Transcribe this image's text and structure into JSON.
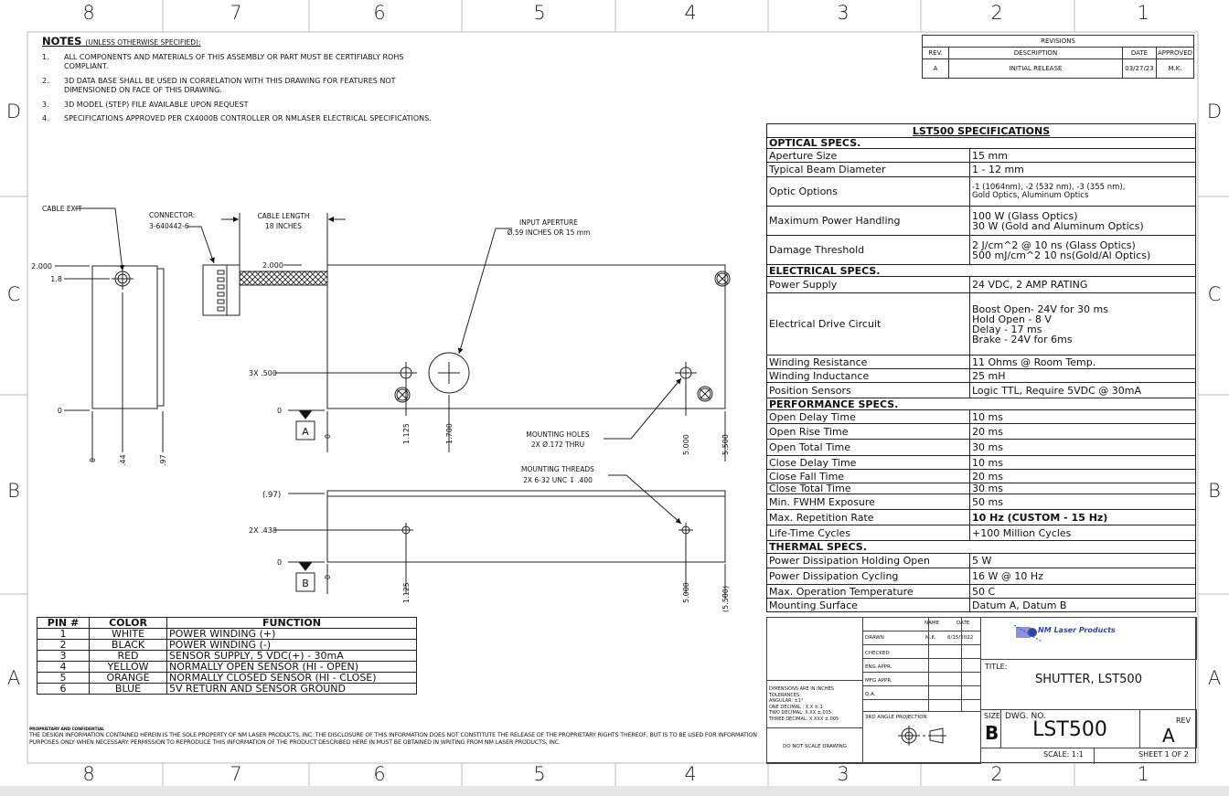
{
  "zones": {
    "columns": [
      "8",
      "7",
      "6",
      "5",
      "4",
      "3",
      "2",
      "1"
    ],
    "rows": [
      "D",
      "C",
      "B",
      "A"
    ]
  },
  "notes": {
    "heading": "NOTES",
    "heading_sub": "(UNLESS OTHERWISE SPECIFIED):",
    "items": [
      {
        "num": "1.",
        "text": "ALL COMPONENTS AND MATERIALS OF THIS ASSEMBLY OR PART MUST BE CERTIFIABLY ROHS COMPLIANT."
      },
      {
        "num": "2.",
        "text": "3D DATA BASE SHALL BE USED IN CORRELATION WITH THIS DRAWING FOR FEATURES NOT DIMENSIONED ON FACE OF THIS DRAWING."
      },
      {
        "num": "3.",
        "text": "3D MODEL (STEP) FILE AVAILABLE UPON REQUEST"
      },
      {
        "num": "4.",
        "text": "SPECIFICATIONS APPROVED PER CX4000B CONTROLLER OR NMLASER ELECTRICAL SPECIFICATIONS."
      }
    ]
  },
  "revisions": {
    "title": "REVISIONS",
    "headers": [
      "REV.",
      "DESCRIPTION",
      "DATE",
      "APPROVED"
    ],
    "rows": [
      [
        "A",
        "INITIAL RELEASE",
        "03/27/23",
        "M.K."
      ]
    ]
  },
  "specs": {
    "title": "LST500  SPECIFICATIONS",
    "rows": [
      {
        "section": "OPTICAL SPECS."
      },
      {
        "label": "Aperture Size",
        "value": "15 mm"
      },
      {
        "label": "Typical Beam Diameter",
        "value": "1 - 12 mm"
      },
      {
        "label": "Optic Options",
        "value": "-1 (1064nm), -2 (532 nm), -3 (355 nm),\nGold Optics, Aluminum Optics"
      },
      {
        "label": "Maximum Power Handling",
        "value": "100 W (Glass Optics)\n30 W (Gold and Aluminum Optics)"
      },
      {
        "label": "Damage Threshold",
        "value": "2 J/cm^2 @ 10 ns (Glass Optics)\n500 mJ/cm^2 10 ns(Gold/Al Optics)"
      },
      {
        "section": "ELECTRICAL SPECS."
      },
      {
        "label": "Power Supply",
        "value": "24 VDC, 2 AMP RATING"
      },
      {
        "label": "Electrical Drive Circuit",
        "value": "Boost Open- 24V for 30 ms\nHold Open - 8 V\nDelay - 17 ms\nBrake - 24V for 6ms"
      },
      {
        "label": "Winding Resistance",
        "value": "11 Ohms @ Room Temp."
      },
      {
        "label": "Winding Inductance",
        "value": "25 mH"
      },
      {
        "label": "Position Sensors",
        "value": "Logic TTL, Require 5VDC @ 30mA"
      },
      {
        "section": "PERFORMANCE SPECS."
      },
      {
        "label": "Open Delay Time",
        "value": "10 ms"
      },
      {
        "label": "Open Rise Time",
        "value": "20 ms"
      },
      {
        "label": "Open Total Time",
        "value": "30 ms"
      },
      {
        "label": "Close Delay Time",
        "value": "10 ms"
      },
      {
        "label": "Close Fall Time",
        "value": "20 ms"
      },
      {
        "label": "Close Total Time",
        "value": "30 ms"
      },
      {
        "label": "Min. FWHM Exposure",
        "value": "50 ms"
      },
      {
        "label": "Max. Repetition Rate",
        "value": "10 Hz  (CUSTOM - 15 Hz)"
      },
      {
        "label": "Life-Time Cycles",
        "value": "+100 Million Cycles"
      },
      {
        "section": "THERMAL SPECS."
      },
      {
        "label": "Power Dissipation Holding Open",
        "value": "5 W"
      },
      {
        "label": "Power Dissipation Cycling",
        "value": "16 W @ 10 Hz"
      },
      {
        "label": "Max. Operation Temperature",
        "value": "50 C"
      },
      {
        "label": "Mounting Surface",
        "value": "Datum A, Datum B"
      }
    ]
  },
  "pins": {
    "headers": [
      "PIN #",
      "COLOR",
      "FUNCTION"
    ],
    "rows": [
      [
        "1",
        "WHITE",
        "POWER WINDING (+)"
      ],
      [
        "2",
        "BLACK",
        "POWER WINDING (-)"
      ],
      [
        "3",
        "RED",
        "SENSOR SUPPLY, 5 VDC(+) - 30mA"
      ],
      [
        "4",
        "YELLOW",
        "NORMALLY OPEN SENSOR (HI - OPEN)"
      ],
      [
        "5",
        "ORANGE",
        "NORMALLY CLOSED SENSOR (HI - CLOSE)"
      ],
      [
        "6",
        "BLUE",
        "5V RETURN AND SENSOR GROUND"
      ]
    ]
  },
  "drawing": {
    "cable_exit": "CABLE EXIT",
    "connector_label": "CONNECTOR:",
    "connector_part": "3-640442-6",
    "cable_length_1": "CABLE LENGTH",
    "cable_length_2": "18 INCHES",
    "input_aperture_1": "INPUT APERTURE",
    "input_aperture_2": "Ø.59 INCHES OR 15 mm",
    "dim_2000": "2.000",
    "dim_1_8": "1.8",
    "dim_0": "0",
    "dim_044": ".44",
    "dim_097": ".97",
    "dim_3x500": "3X .500",
    "dim_1125": "1.125",
    "dim_1700": "1.700",
    "dim_5000": "5.000",
    "dim_5500": "5.500",
    "dim_p097": "(.97)",
    "dim_2x438": "2X .438",
    "dim_p5500": "(5.500)",
    "datum_a": "A",
    "datum_b": "B",
    "mounting_holes_1": "MOUNTING HOLES",
    "mounting_holes_2": "2X Ø.172 THRU",
    "mounting_threads_1": "MOUNTING THREADS",
    "mounting_threads_2": "2X 6-32 UNC ↧ .400"
  },
  "proprietary": {
    "heading": "PROPRIETARY AND CONFIDENTIAL",
    "text": "THE DESIGN INFORMATION CONTAINED HEREIN IS THE SOLE PROPERTY OF NM LASER PRODUCTS, INC.  THE DISCLOSURE OF THIS INFORMATION DOES NOT CONSTITUTE THE RELEASE OF THE PROPRIETARY RIGHTS THEREOF, BUT IS TO BE USED FOR INFORMATION PURPOSES ONLY WHEN NECESSARY. PERMISSION TO REPRODUCE THIS INFORMATION OF THE PRODUCT DESCRIBED HERE IN MUST BE OBTAINED IN WRITING FROM NM LASER PRODUCTS, INC."
  },
  "title_block": {
    "name_hdr": "NAME",
    "date_hdr": "DATE",
    "drawn": "DRAWN",
    "drawn_name": "M.K.",
    "drawn_date": "6/15/2022",
    "checked": "CHECKED",
    "eng_appr": "ENG APPR.",
    "mfg_appr": "MFG APPR.",
    "qa": "Q.A.",
    "tolerances": "DIMENSIONS ARE IN INCHES\nTOLERANCES:\nANGULAR: ±1°\nONE DECIMAL :  X.X   ±.1\nTWO DECIMAL:  X.XX ±.015\nTHREE DECIMAL:  X.XXX ±.005",
    "projection": "3RD ANGLE PROJECTION",
    "do_not_scale": "DO NOT SCALE DRAWING",
    "logo": "NM Laser Products",
    "title_label": "TITLE:",
    "title": "SHUTTER, LST500",
    "size_label": "SIZE",
    "size": "B",
    "dwg_label": "DWG.  NO.",
    "dwg_no": "LST500",
    "rev_label": "REV",
    "rev": "A",
    "scale": "SCALE: 1:1",
    "sheet": "SHEET 1 OF 2"
  },
  "colors": {
    "line": "#222222",
    "border": "#bbbbbb",
    "logo_blue": "#3344aa",
    "logo_green": "#8acc2a"
  }
}
